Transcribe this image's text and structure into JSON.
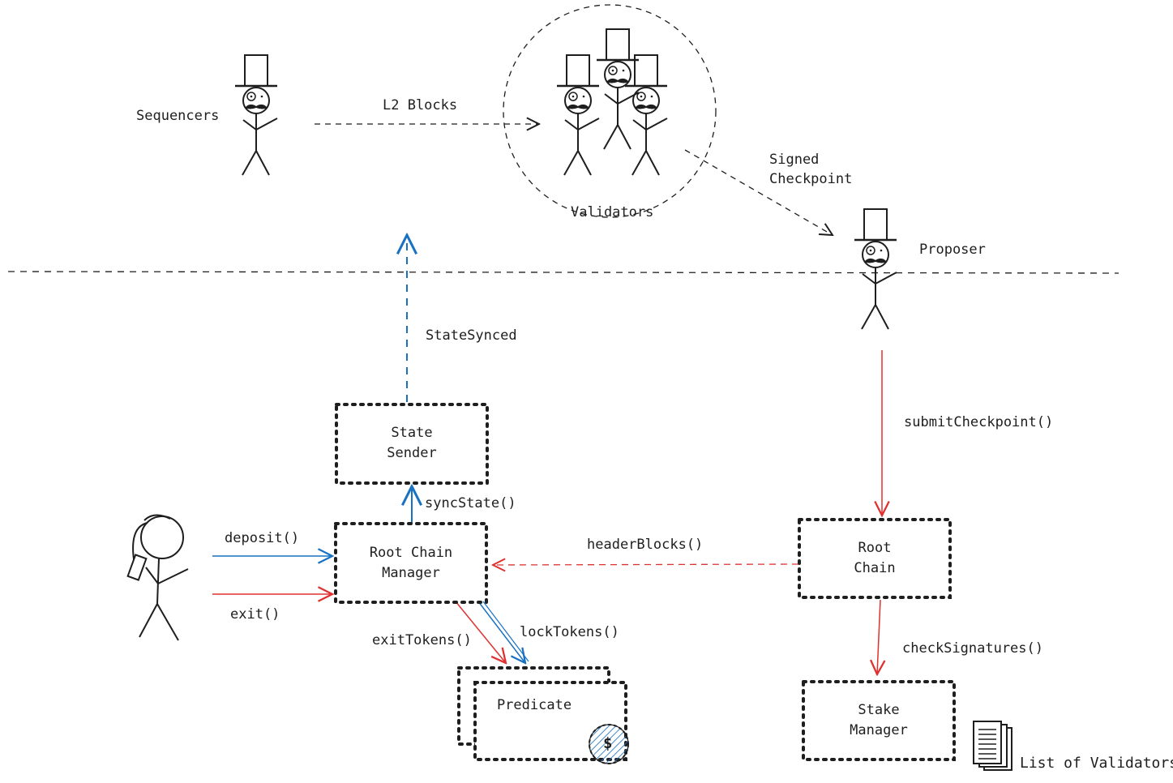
{
  "actors": {
    "sequencers": "Sequencers",
    "validators": "Validators",
    "proposer": "Proposer"
  },
  "edges": {
    "l2_blocks": "L2 Blocks",
    "signed_checkpoint": [
      "Signed",
      "Checkpoint"
    ],
    "state_synced": "StateSynced",
    "submit_checkpoint": "submitCheckpoint()",
    "sync_state": "syncState()",
    "deposit": "deposit()",
    "exit": "exit()",
    "header_blocks": "headerBlocks()",
    "exit_tokens": "exitTokens()",
    "lock_tokens": "lockTokens()",
    "check_signatures": "checkSignatures()"
  },
  "boxes": {
    "state_sender": [
      "State",
      "Sender"
    ],
    "root_chain_manager": [
      "Root Chain",
      "Manager"
    ],
    "root_chain": [
      "Root",
      "Chain"
    ],
    "predicate": "Predicate",
    "stake_manager": [
      "Stake",
      "Manager"
    ]
  },
  "list_of_validators": "List of Validators",
  "coin_symbol": "$",
  "colors": {
    "ink": "#1e1e1e",
    "blue": "#1971c2",
    "red": "#e03131"
  }
}
